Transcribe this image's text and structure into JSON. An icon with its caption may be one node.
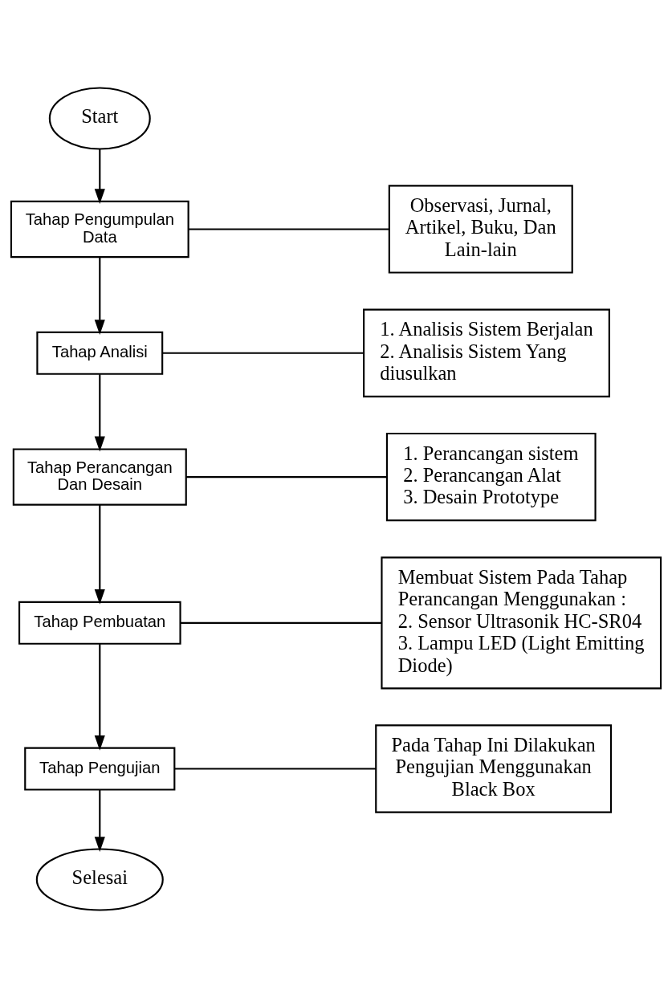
{
  "diagram": {
    "nodes": [
      {
        "text": [
          "Start"
        ]
      },
      {
        "text": [
          "Tahap Pengumpulan Data"
        ]
      },
      {
        "text": [
          "Observasi, Jurnal, Artikel, Buku, Dan Lain-lain"
        ]
      },
      {
        "text": [
          "Tahap Analisi"
        ]
      },
      {
        "text": [
          "1. Analisis Sistem Berjalan",
          "2. Analisis Sistem Yang diusulkan"
        ]
      },
      {
        "text": [
          "Tahap Perancangan Dan Desain"
        ]
      },
      {
        "text": [
          "1. Perancangan sistem",
          "2. Perancangan Alat",
          "3. Desain Prototype"
        ]
      },
      {
        "text": [
          "Tahap Pembuatan"
        ]
      },
      {
        "text": [
          "Membuat Sistem Pada Tahap Perancangan Menggunakan :",
          "2. Sensor Ultrasonik HC-SR04",
          "3. Lampu LED (Light Emitting Diode)"
        ]
      },
      {
        "text": [
          "Tahap Pengujian"
        ]
      },
      {
        "text": [
          "Pada Tahap Ini Dilakukan Pengujian Menggunakan Black Box"
        ]
      },
      {
        "text": [
          "Selesai"
        ]
      }
    ],
    "edges": [
      {
        "from": 0,
        "to": 1,
        "arrow": "to"
      },
      {
        "from": 1,
        "to": 2,
        "arrow": "none"
      },
      {
        "from": 1,
        "to": 3,
        "arrow": "to"
      },
      {
        "from": 3,
        "to": 4,
        "arrow": "none"
      },
      {
        "from": 3,
        "to": 5,
        "arrow": "to"
      },
      {
        "from": 5,
        "to": 6,
        "arrow": "none"
      },
      {
        "from": 5,
        "to": 7,
        "arrow": "to"
      },
      {
        "from": 7,
        "to": 8,
        "arrow": "none"
      },
      {
        "from": 7,
        "to": 9,
        "arrow": "to"
      },
      {
        "from": 9,
        "to": 10,
        "arrow": "none"
      },
      {
        "from": 9,
        "to": 11,
        "arrow": "to"
      }
    ]
  }
}
